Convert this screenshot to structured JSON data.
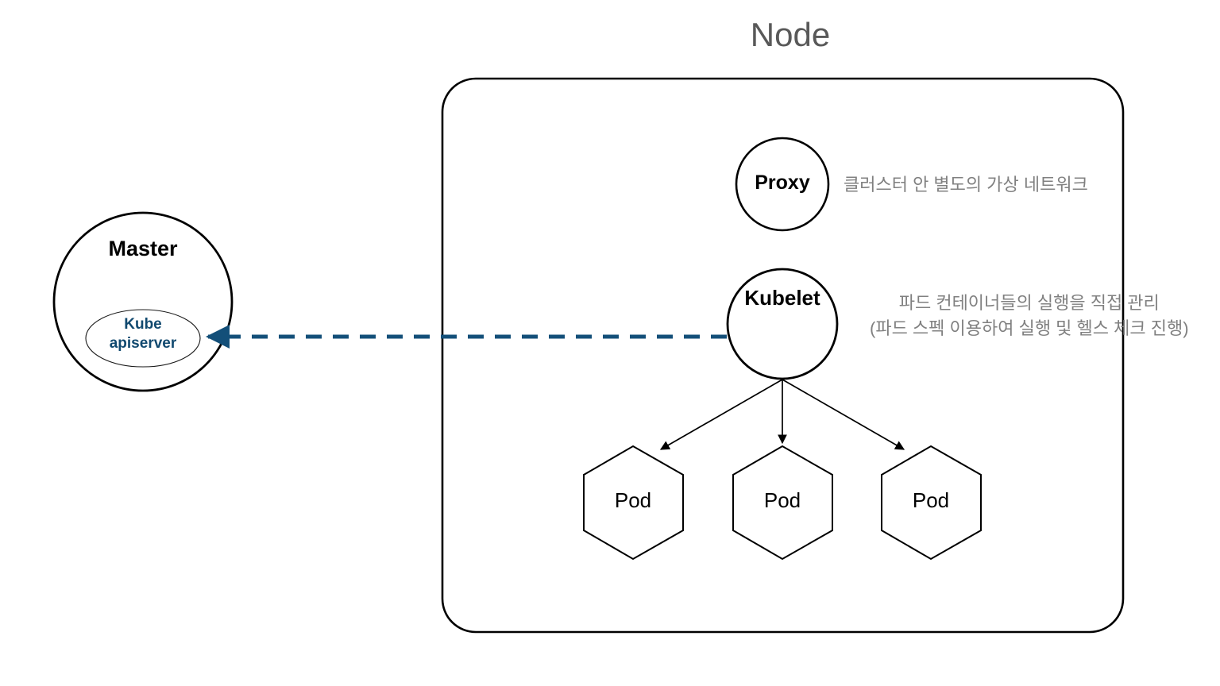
{
  "diagram": {
    "title": "Node",
    "type": "kubernetes-architecture",
    "colors": {
      "title_gray": "#595959",
      "annotation_gray": "#808080",
      "stroke_black": "#000000",
      "apiserver_blue": "#11496f",
      "dashed_arrow_blue": "#134f79",
      "background": "#ffffff"
    }
  },
  "master": {
    "label": "Master",
    "apiserver": {
      "line1": "Kube",
      "line2": "apiserver"
    }
  },
  "node": {
    "title": "Node",
    "proxy": {
      "label": "Proxy",
      "annotation": "클러스터 안 별도의 가상 네트워크"
    },
    "kubelet": {
      "label": "Kubelet",
      "annotation_line1": "파드 컨테이너들의 실행을 직접 관리",
      "annotation_line2": "(파드 스펙 이용하여 실행 및 헬스 체크 진행)"
    },
    "pods": [
      {
        "label": "Pod"
      },
      {
        "label": "Pod"
      },
      {
        "label": "Pod"
      }
    ]
  },
  "connections": {
    "kubelet_to_apiserver": {
      "style": "dashed",
      "direction": "left",
      "color": "#134f79"
    },
    "kubelet_to_pods": {
      "style": "solid",
      "direction": "down",
      "color": "#000000",
      "count": 3
    }
  }
}
